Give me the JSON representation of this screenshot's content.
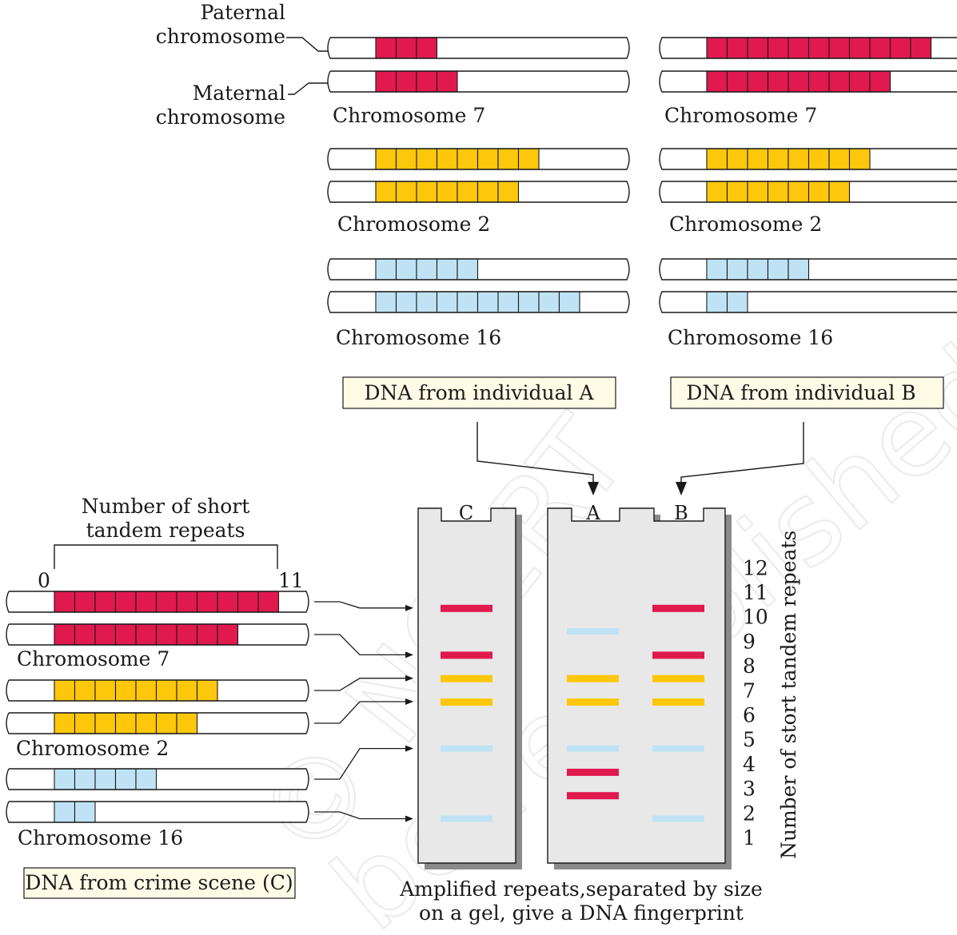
{
  "colors": {
    "chr7": "#e0194f",
    "chr2": "#fdc70b",
    "chr16": "#bfe3f4",
    "gel": "#e8e8e8",
    "gel_shadow": "#8a8a8a",
    "label_box": "#fffbe6"
  },
  "legend": {
    "paternal": [
      "Paternal",
      "chromosome"
    ],
    "maternal": [
      "Maternal",
      "chromosome"
    ]
  },
  "individual_a": {
    "box_label": "DNA from individual A",
    "chromosomes": [
      {
        "name": "Chromosome 7",
        "type": "chr7",
        "paternal": 3,
        "maternal": 4
      },
      {
        "name": "Chromosome 2",
        "type": "chr2",
        "paternal": 8,
        "maternal": 7
      },
      {
        "name": "Chromosome 16",
        "type": "chr16",
        "paternal": 5,
        "maternal": 10
      }
    ]
  },
  "individual_b": {
    "box_label": "DNA from individual B",
    "chromosomes": [
      {
        "name": "Chromosome 7",
        "type": "chr7",
        "paternal": 11,
        "maternal": 9
      },
      {
        "name": "Chromosome 2",
        "type": "chr2",
        "paternal": 8,
        "maternal": 7
      },
      {
        "name": "Chromosome 16",
        "type": "chr16",
        "paternal": 5,
        "maternal": 2
      }
    ]
  },
  "crime_scene": {
    "box_label": "DNA from crime scene (C)",
    "bracket_label": [
      "Number of short",
      "tandem repeats"
    ],
    "scale_start": "0",
    "scale_end": "11",
    "chromosomes": [
      {
        "name": "Chromosome 7",
        "type": "chr7",
        "paternal": 11,
        "maternal": 9
      },
      {
        "name": "Chromosome 2",
        "type": "chr2",
        "paternal": 8,
        "maternal": 7
      },
      {
        "name": "Chromosome 16",
        "type": "chr16",
        "paternal": 5,
        "maternal": 2
      }
    ]
  },
  "gel": {
    "lanes": {
      "c": "C",
      "a": "A",
      "b": "B"
    },
    "bands": {
      "C": [
        {
          "type": "chr7",
          "repeats": 11
        },
        {
          "type": "chr7",
          "repeats": 9
        },
        {
          "type": "chr2",
          "repeats": 8
        },
        {
          "type": "chr2",
          "repeats": 7
        },
        {
          "type": "chr16",
          "repeats": 5
        },
        {
          "type": "chr16",
          "repeats": 2
        }
      ],
      "A": [
        {
          "type": "chr16",
          "repeats": 10
        },
        {
          "type": "chr2",
          "repeats": 8
        },
        {
          "type": "chr2",
          "repeats": 7
        },
        {
          "type": "chr16",
          "repeats": 5
        },
        {
          "type": "chr7",
          "repeats": 4
        },
        {
          "type": "chr7",
          "repeats": 3
        }
      ],
      "B": [
        {
          "type": "chr7",
          "repeats": 11
        },
        {
          "type": "chr7",
          "repeats": 9
        },
        {
          "type": "chr2",
          "repeats": 8
        },
        {
          "type": "chr2",
          "repeats": 7
        },
        {
          "type": "chr16",
          "repeats": 5
        },
        {
          "type": "chr16",
          "repeats": 2
        }
      ]
    },
    "scale": [
      "12",
      "11",
      "10",
      "9",
      "8",
      "7",
      "6",
      "5",
      "4",
      "3",
      "2",
      "1"
    ],
    "axis_label": "Number of stort tandem repeats"
  },
  "caption": [
    "Amplified repeats,separated by size",
    "on a gel, give a DNA fingerprint"
  ],
  "watermark": [
    "© NCERT",
    "be republished"
  ]
}
